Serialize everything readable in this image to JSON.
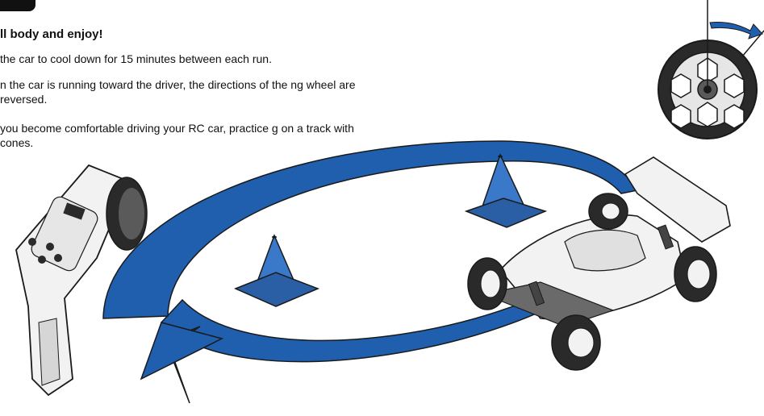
{
  "section": {
    "heading": "ll body and enjoy!",
    "tips": [
      "the car to cool down for 15 minutes between each run.",
      "n the car is running toward the driver, the directions of the ng wheel are reversed.",
      "you become comfortable driving your RC car, practice g on a track with cones."
    ]
  },
  "colors": {
    "track_arrow": "#1f5fae",
    "cone": "#3a78c9",
    "cone_shade": "#2a5fa6",
    "outline": "#1a1a1a",
    "body_fill": "#f2f2f2",
    "tire": "#2a2a2a"
  },
  "illustrations": [
    "steering-wheel-detail-icon",
    "transmitter-icon",
    "track-arrow-icon",
    "traffic-cone-icon",
    "rc-buggy-icon"
  ]
}
